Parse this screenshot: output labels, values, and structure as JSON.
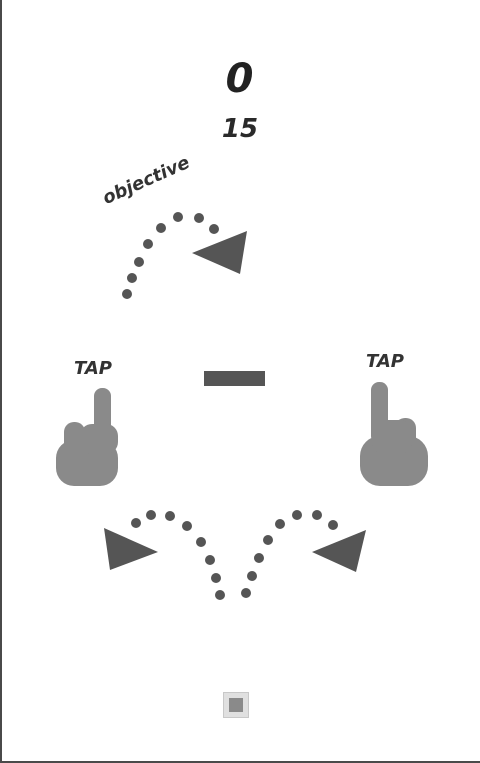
{
  "game": {
    "score": "0",
    "best": "15"
  },
  "tutorial": {
    "objective_label": "objective",
    "tap_left_label": "TAP",
    "tap_right_label": "TAP"
  },
  "icons": {
    "left_hand": "pointing-hand-icon",
    "right_hand": "pointing-hand-icon",
    "objective_arrow": "triangle-arrow-icon",
    "small_button": "square-button-icon"
  },
  "colors": {
    "background": "#ffffff",
    "ink": "#555555",
    "hand": "#8a8a8a",
    "text": "#333333"
  }
}
